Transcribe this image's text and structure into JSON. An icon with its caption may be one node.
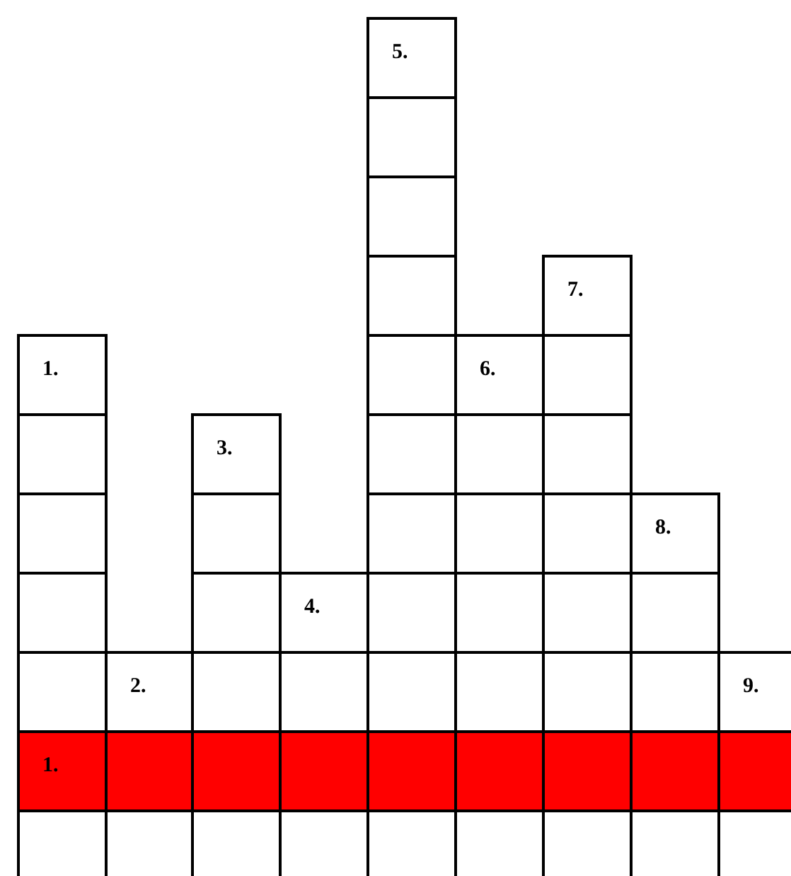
{
  "diagram": {
    "labels": [
      "5.",
      "7.",
      "1.",
      "6.",
      "3.",
      "8.",
      "4.",
      "2.",
      "9.",
      "1."
    ]
  }
}
